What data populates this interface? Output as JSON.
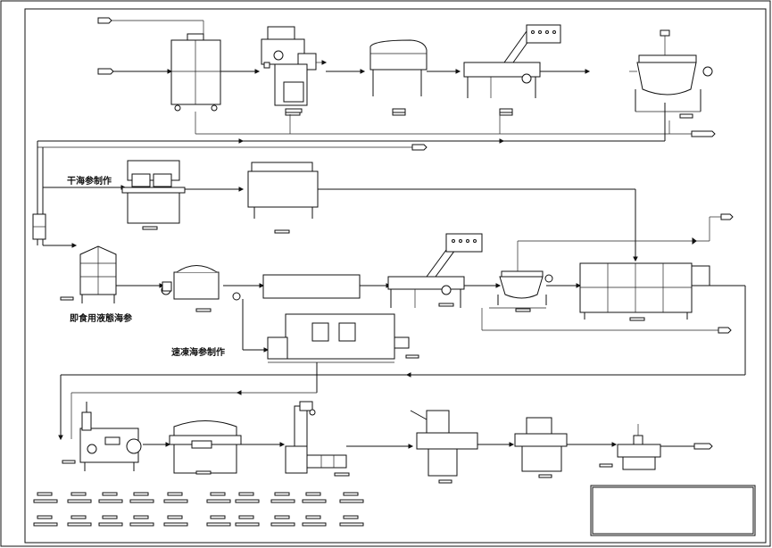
{
  "sections": {
    "dried": "干海参制作",
    "instant": "即食用液態海参",
    "frozen": "速凍海参制作"
  },
  "legend": {
    "row1": [
      "",
      "",
      "",
      "",
      "",
      "",
      "",
      "",
      "",
      ""
    ],
    "row2": [
      "",
      "",
      "",
      "",
      "",
      "",
      "",
      "",
      "",
      ""
    ]
  }
}
